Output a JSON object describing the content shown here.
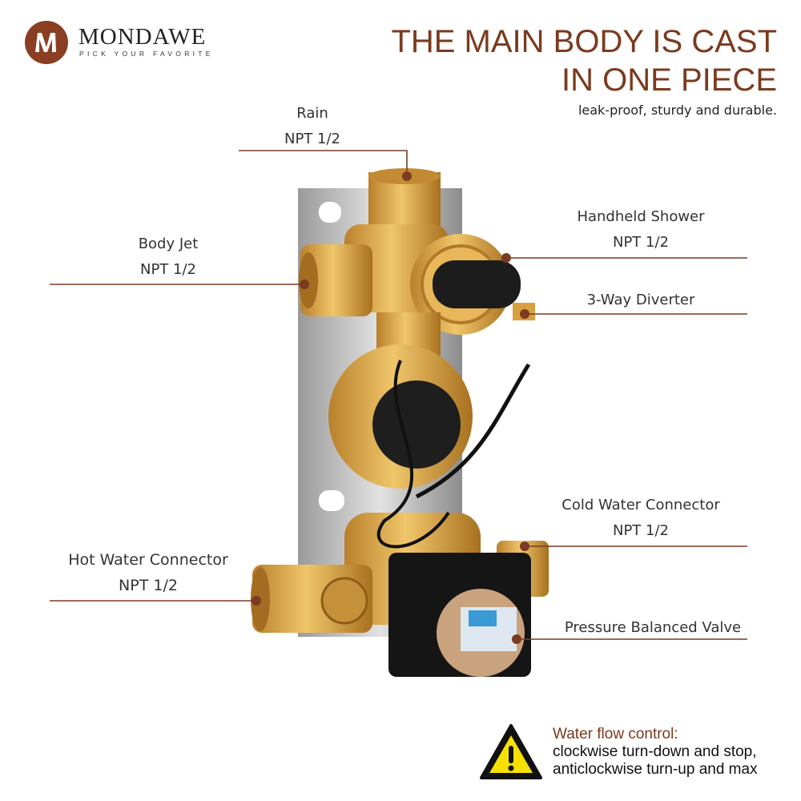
{
  "brand": {
    "name": "MONDAWE",
    "tagline": "PICK YOUR FAVORITE",
    "color": "#8a3f22"
  },
  "header": {
    "title_line1": "THE MAIN BODY IS CAST",
    "title_line2": "IN ONE PIECE",
    "subtitle": "leak-proof, sturdy and durable."
  },
  "labels": {
    "rain": {
      "name": "Rain",
      "spec": "NPT 1/2"
    },
    "body_jet": {
      "name": "Body Jet",
      "spec": "NPT 1/2"
    },
    "handheld": {
      "name": "Handheld Shower",
      "spec": "NPT 1/2"
    },
    "diverter": {
      "name": "3-Way Diverter"
    },
    "cold": {
      "name": "Cold Water Connector",
      "spec": "NPT 1/2"
    },
    "hot": {
      "name": "Hot Water Connector",
      "spec": "NPT 1/2"
    },
    "pressure": {
      "name": "Pressure Balanced Valve"
    }
  },
  "warning": {
    "icon": "warning-triangle-icon",
    "title": "Water flow control:",
    "line1": "clockwise turn-down and stop,",
    "line2": "anticlockwise turn-up and max"
  },
  "colors": {
    "accent": "#7b3a1e",
    "brass": "#d9a445",
    "line": "#7a3b22"
  }
}
